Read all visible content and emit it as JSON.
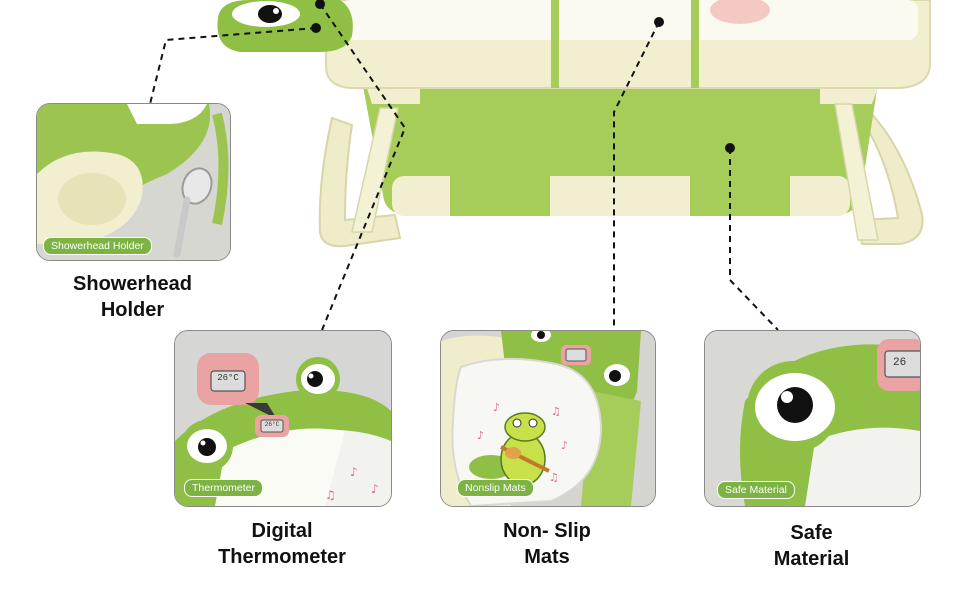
{
  "colors": {
    "accent_green": "#7cb342",
    "tub_green": "#a6cc5a",
    "cream": "#f1efcf",
    "caption_text": "#111111"
  },
  "features": [
    {
      "id": "showerhead",
      "badge": "Showerhead Holder",
      "caption": "Showerhead\nHolder"
    },
    {
      "id": "thermometer",
      "badge": "Thermometer",
      "caption": "Digital\nThermometer"
    },
    {
      "id": "nonslip",
      "badge": "Nonslip Mats",
      "caption": "Non- Slip\nMats"
    },
    {
      "id": "material",
      "badge": "Safe Material",
      "caption": "Safe\nMaterial"
    }
  ],
  "display": {
    "temp_reading": "26°C",
    "temp_reading_small": "26°C",
    "temp_reading_cropped": "26"
  }
}
